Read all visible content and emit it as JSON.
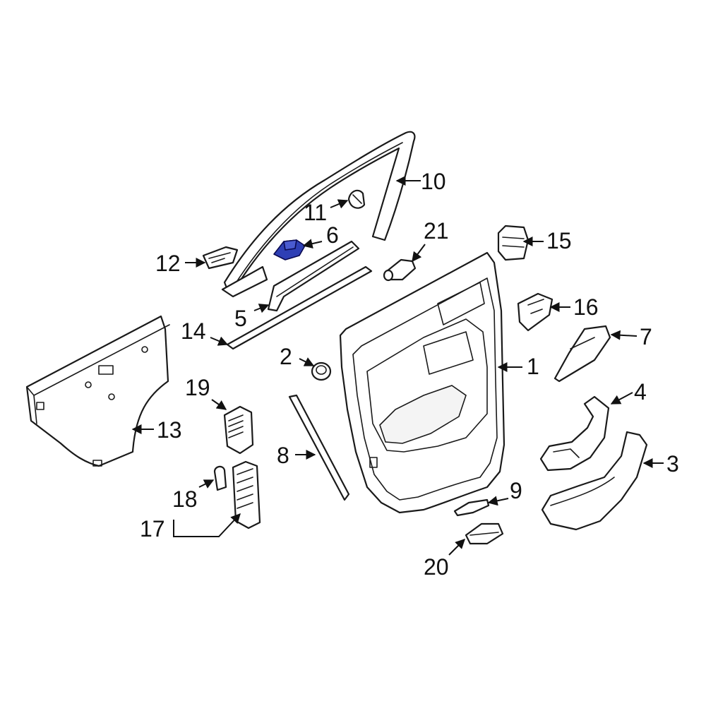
{
  "callouts": [
    {
      "id": "1",
      "label": "1"
    },
    {
      "id": "2",
      "label": "2"
    },
    {
      "id": "3",
      "label": "3"
    },
    {
      "id": "4",
      "label": "4"
    },
    {
      "id": "5",
      "label": "5"
    },
    {
      "id": "6",
      "label": "6"
    },
    {
      "id": "7",
      "label": "7"
    },
    {
      "id": "8",
      "label": "8"
    },
    {
      "id": "9",
      "label": "9"
    },
    {
      "id": "10",
      "label": "10"
    },
    {
      "id": "11",
      "label": "11"
    },
    {
      "id": "12",
      "label": "12"
    },
    {
      "id": "13",
      "label": "13"
    },
    {
      "id": "14",
      "label": "14"
    },
    {
      "id": "15",
      "label": "15"
    },
    {
      "id": "16",
      "label": "16"
    },
    {
      "id": "17",
      "label": "17"
    },
    {
      "id": "18",
      "label": "18"
    },
    {
      "id": "19",
      "label": "19"
    },
    {
      "id": "20",
      "label": "20"
    },
    {
      "id": "21",
      "label": "21"
    }
  ],
  "highlighted_part": "6",
  "colors": {
    "highlight": "#2e3fb5",
    "line": "#1a1a1a",
    "background": "#ffffff"
  }
}
